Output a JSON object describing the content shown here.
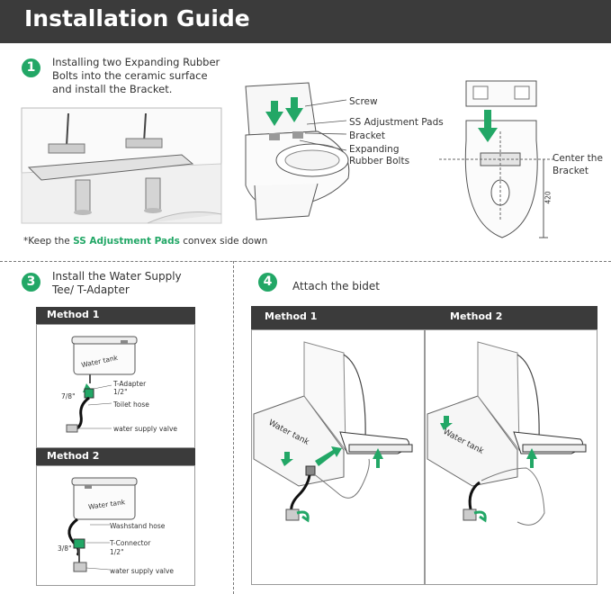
{
  "header": {
    "title": "Installation Guide"
  },
  "step1": {
    "number": "1",
    "text_line1": "Installing two Expanding Rubber",
    "text_line2": "Bolts into the ceramic surface",
    "text_line3": "and install the Bracket.",
    "callouts": {
      "screw": "Screw",
      "ss_pads": "SS Adjustment Pads",
      "bracket": "Bracket",
      "expanding_line1": "Expanding",
      "expanding_line2": "Rubber Bolts"
    },
    "center_line1": "Center the",
    "center_line2": "Bracket",
    "dimension": "420",
    "note_prefix": "*Keep the ",
    "note_highlight": "SS Adjustment Pads",
    "note_suffix": " convex side down"
  },
  "step3": {
    "number": "3",
    "text_line1": "Install the Water Supply",
    "text_line2": "Tee/ T-Adapter",
    "method1": {
      "title": "Method 1",
      "tank_label": "Water tank",
      "size_left": "7/8\"",
      "t_adapter": "T-Adapter",
      "size_half": "1/2\"",
      "toilet_hose": "Toilet hose",
      "valve": "water supply valve"
    },
    "method2": {
      "title": "Method 2",
      "tank_label": "Water tank",
      "washstand_hose": "Washstand hose",
      "size_left": "3/8\"",
      "t_connector": "T-Connector",
      "size_half": "1/2\"",
      "valve": "water supply valve"
    }
  },
  "step4": {
    "number": "4",
    "text": "Attach the bidet",
    "method1": {
      "title": "Method 1",
      "tank_label": "Water tank"
    },
    "method2": {
      "title": "Method 2",
      "tank_label": "Water tank"
    }
  },
  "colors": {
    "header": "#3b3b3b",
    "accent": "#22a766",
    "text": "#333333"
  }
}
